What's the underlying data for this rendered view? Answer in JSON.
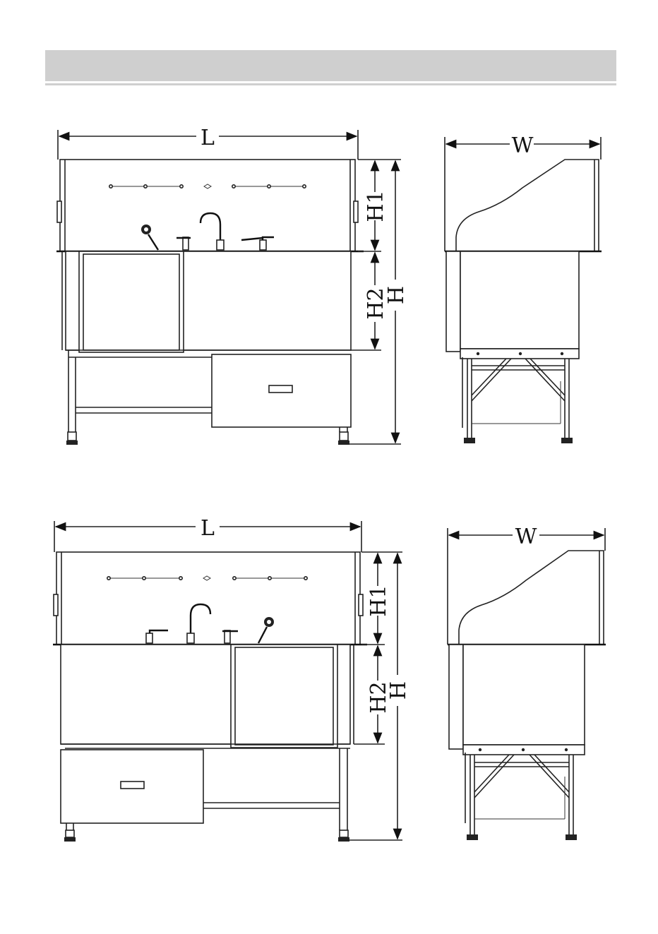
{
  "drawing_1": {
    "front_view": {
      "length_label": "L",
      "h1_label": "H1",
      "h2_label": "H2",
      "h_label": "H"
    },
    "side_view": {
      "width_label": "W"
    }
  },
  "drawing_2": {
    "front_view": {
      "length_label": "L",
      "h1_label": "H1",
      "h2_label": "H2",
      "h_label": "H"
    },
    "side_view": {
      "width_label": "W"
    }
  },
  "colors": {
    "header_band": "#cfcfcf",
    "line": "#222222"
  }
}
